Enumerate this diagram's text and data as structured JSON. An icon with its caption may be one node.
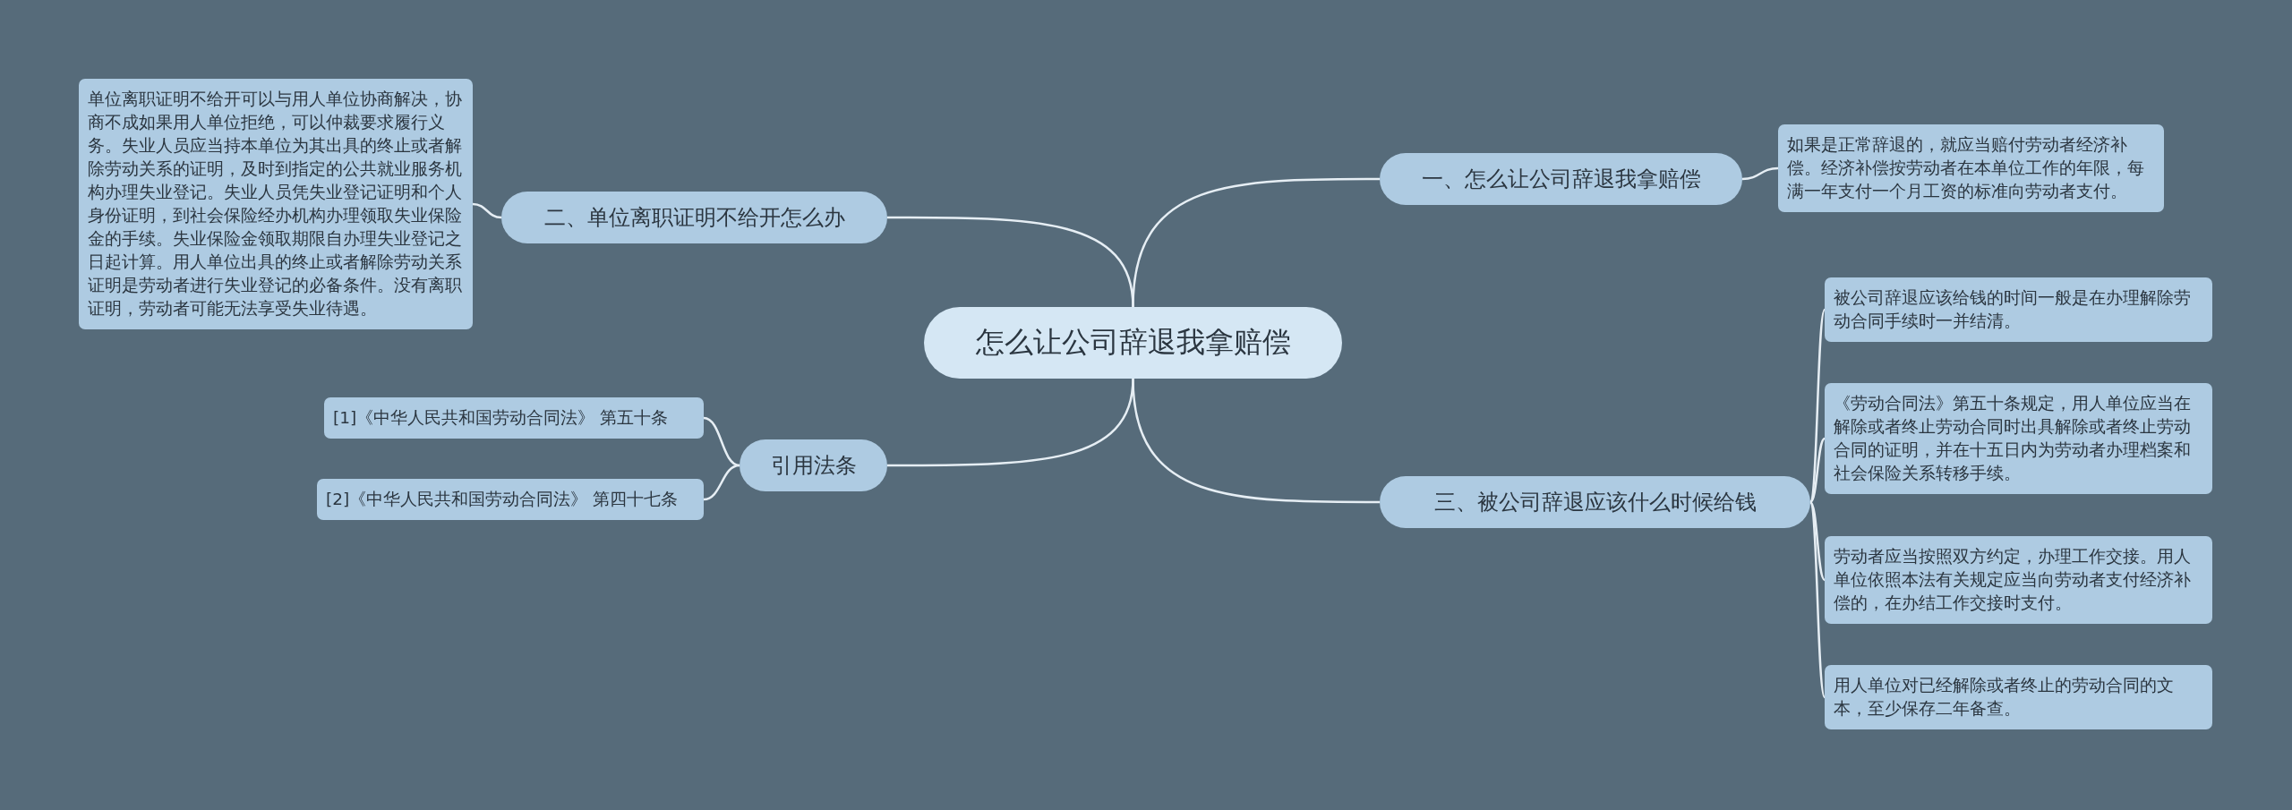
{
  "diagram": {
    "nodes": [
      {
        "text": [
          "怎么让公司辞退我拿赔偿"
        ]
      },
      {
        "text": [
          "一、怎么让公司辞退我拿赔偿"
        ]
      },
      {
        "text": [
          "如果是正常辞退的，就应当赔付劳动者经济补偿。经济补偿按劳动者在本单位工作的年限，每满一年支付一个月工资的标准向劳动者支付。"
        ]
      },
      {
        "text": [
          "二、单位离职证明不给开怎么办"
        ]
      },
      {
        "text": [
          "单位离职证明不给开可以与用人单位协商解决，协商不成如果用人单位拒绝，可以仲裁要求履行义务。失业人员应当持本单位为其出具的终止或者解除劳动关系的证明，及时到指定的公共就业服务机构办理失业登记。失业人员凭失业登记证明和个人身份证明，到社会保险经办机构办理领取失业保险金的手续。失业保险金领取期限自办理失业登记之日起计算。用人单位出具的终止或者解除劳动关系证明是劳动者进行失业登记的必备条件。没有离职证明，劳动者可能无法享受失业待遇。"
        ]
      },
      {
        "text": [
          "引用法条"
        ]
      },
      {
        "text": [
          "[1]《中华人民共和国劳动合同法》 第五十条"
        ]
      },
      {
        "text": [
          "[2]《中华人民共和国劳动合同法》 第四十七条"
        ]
      },
      {
        "text": [
          "三、被公司辞退应该什么时候给钱"
        ]
      },
      {
        "text": [
          "被公司辞退应该给钱的时间一般是在办理解除劳动合同手续时一并结清。"
        ]
      },
      {
        "text": [
          "《劳动合同法》第五十条规定，用人单位应当在解除或者终止劳动合同时出具解除或者终止劳动合同的证明，并在十五日内为劳动者办理档案和社会保险关系转移手续。"
        ]
      },
      {
        "text": [
          "劳动者应当按照双方约定，办理工作交接。用人单位依照本法有关规定应当向劳动者支付经济补偿的，在办结工作交接时支付。"
        ]
      },
      {
        "text": [
          "用人单位对已经解除或者终止的劳动合同的文本，至少保存二年备查。"
        ]
      }
    ],
    "edges": [
      {
        "from": 0,
        "to": 1,
        "arrow": "none"
      },
      {
        "from": 1,
        "to": 2,
        "arrow": "none"
      },
      {
        "from": 0,
        "to": 3,
        "arrow": "none"
      },
      {
        "from": 3,
        "to": 4,
        "arrow": "none"
      },
      {
        "from": 0,
        "to": 5,
        "arrow": "none"
      },
      {
        "from": 5,
        "to": 6,
        "arrow": "none"
      },
      {
        "from": 5,
        "to": 7,
        "arrow": "none"
      },
      {
        "from": 0,
        "to": 8,
        "arrow": "none"
      },
      {
        "from": 8,
        "to": 9,
        "arrow": "none"
      },
      {
        "from": 8,
        "to": 10,
        "arrow": "none"
      },
      {
        "from": 8,
        "to": 11,
        "arrow": "none"
      },
      {
        "from": 8,
        "to": 12,
        "arrow": "none"
      }
    ]
  }
}
